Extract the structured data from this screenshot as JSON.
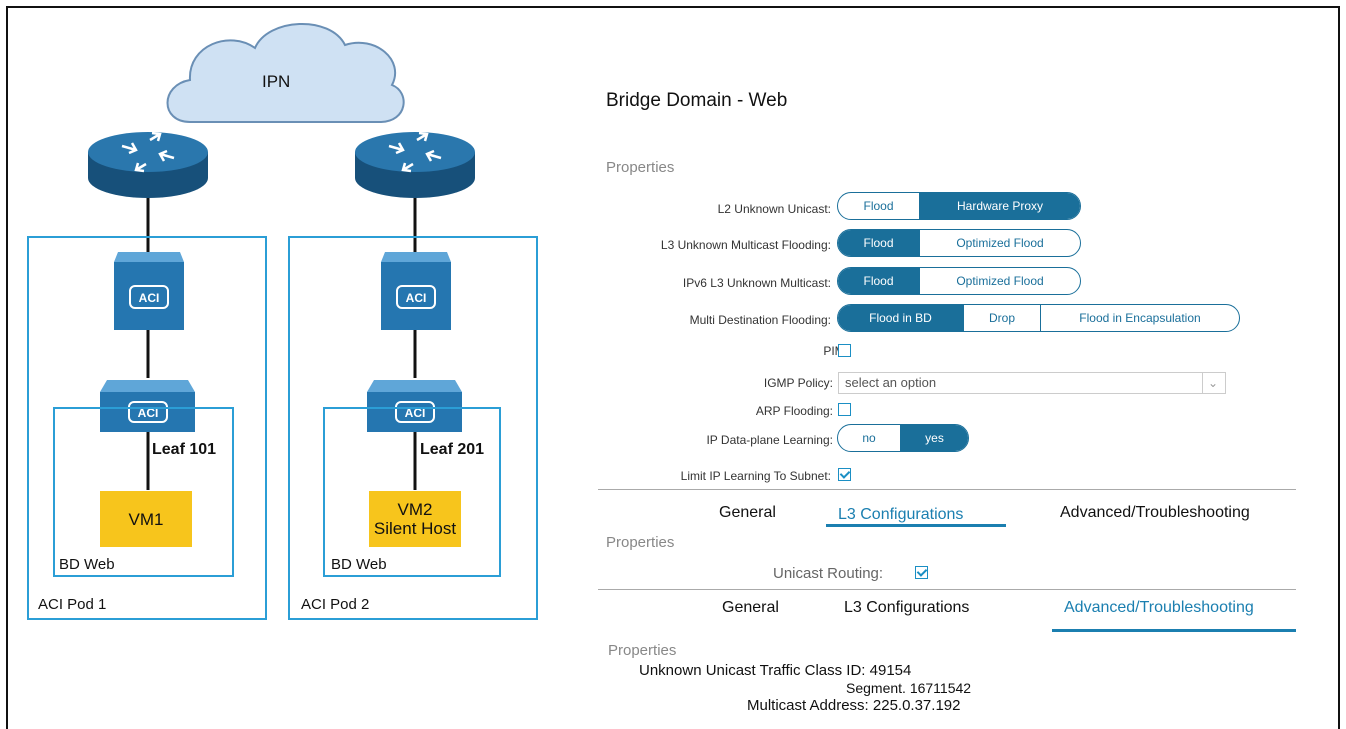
{
  "diagram": {
    "cloud_label": "IPN",
    "leaf1_label": "Leaf 101",
    "leaf2_label": "Leaf 201",
    "vm1_label": "VM1",
    "vm2_label": "VM2",
    "vm2_sublabel": "Silent Host",
    "bd1_label": "BD Web",
    "bd2_label": "BD Web",
    "pod1_label": "ACI Pod 1",
    "pod2_label": "ACI Pod 2",
    "switch_text": "ACI",
    "colors": {
      "pod_border": "#2b9ed6",
      "vm_fill": "#f7c51c",
      "router_fill": "#1e5f8f",
      "switch_fill": "#2576b0",
      "cloud_fill": "#cfe1f3"
    }
  },
  "panel": {
    "title": "Bridge Domain - Web",
    "properties_header": "Properties",
    "rows": {
      "l2_unknown_unicast": {
        "label": "L2 Unknown Unicast:",
        "options": [
          "Flood",
          "Hardware Proxy"
        ],
        "selected": "Hardware Proxy"
      },
      "l3_unknown_multicast": {
        "label": "L3 Unknown Multicast Flooding:",
        "options": [
          "Flood",
          "Optimized Flood"
        ],
        "selected": "Flood"
      },
      "ipv6_l3_unknown_multicast": {
        "label": "IPv6 L3 Unknown Multicast:",
        "options": [
          "Flood",
          "Optimized Flood"
        ],
        "selected": "Flood"
      },
      "multi_destination": {
        "label": "Multi Destination Flooding:",
        "options": [
          "Flood in BD",
          "Drop",
          "Flood in Encapsulation"
        ],
        "selected": "Flood in BD"
      },
      "pim": {
        "label": "PIM:",
        "checked": false
      },
      "igmp_policy": {
        "label": "IGMP Policy:",
        "value": "select an option"
      },
      "arp_flooding": {
        "label": "ARP Flooding:",
        "checked": false
      },
      "ip_dataplane_learning": {
        "label": "IP Data-plane Learning:",
        "options": [
          "no",
          "yes"
        ],
        "selected": "yes"
      },
      "limit_ip_learning": {
        "label": "Limit IP Learning To Subnet:",
        "checked": true
      }
    },
    "tabs1": {
      "general": "General",
      "l3": "L3 Configurations",
      "advanced": "Advanced/Troubleshooting",
      "active": "L3 Configurations"
    },
    "l3_section": {
      "header": "Properties",
      "unicast_routing_label": "Unicast Routing:",
      "unicast_routing_checked": true
    },
    "tabs2": {
      "general": "General",
      "l3": "L3 Configurations",
      "advanced": "Advanced/Troubleshooting",
      "active": "Advanced/Troubleshooting"
    },
    "adv_section": {
      "header": "Properties",
      "class_id": "Unknown Unicast Traffic Class ID: 49154",
      "segment": "Segment. 16711542",
      "multicast": "Multicast Address: 225.0.37.192"
    },
    "accent_color": "#1a6f9a"
  }
}
